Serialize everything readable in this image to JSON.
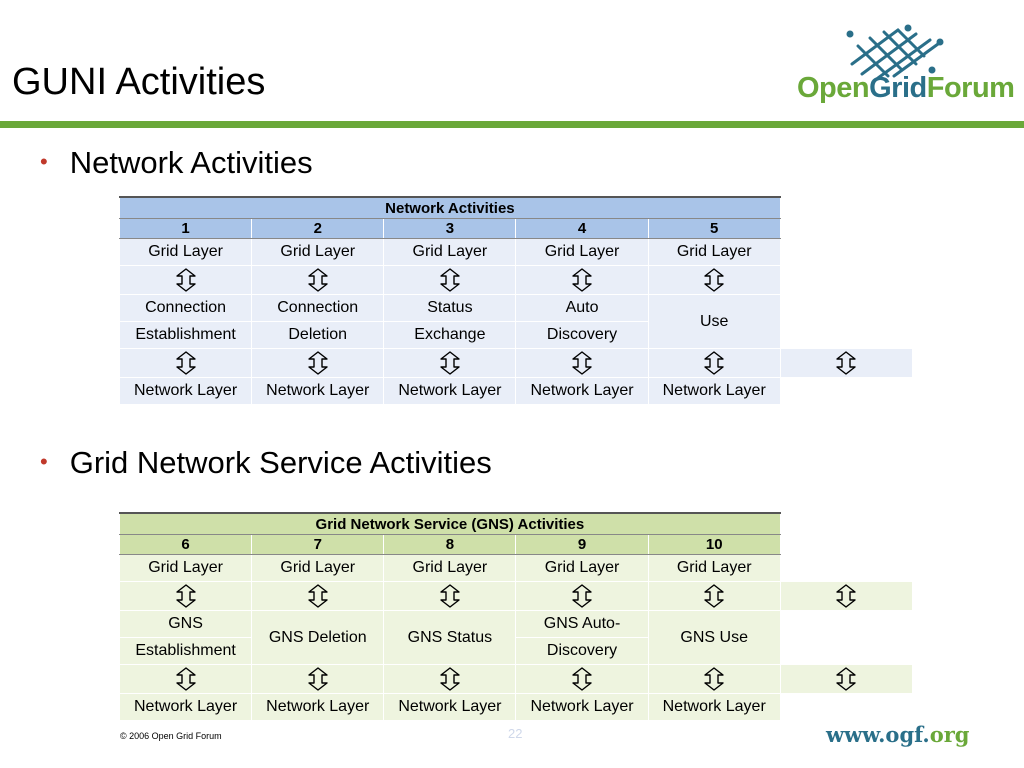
{
  "slide": {
    "title": "GUNI Activities",
    "logo": {
      "open": "Open",
      "grid": "Grid",
      "forum": "Forum"
    },
    "bullets": [
      "Network Activities",
      "Grid Network Service Activities"
    ],
    "footer": "© 2006 Open Grid Forum",
    "page_number": "22",
    "url": {
      "main": "www.ogf.",
      "tld": "org"
    }
  },
  "colors": {
    "accent_green": "#6aa839",
    "logo_blue": "#2a6f89",
    "table1_header": "#a9c4e8",
    "table2_header": "#cfe0a9",
    "bullet_dot": "#c0392b"
  },
  "table1": {
    "title": "Network Activities",
    "numbers": [
      "1",
      "2",
      "3",
      "4",
      "5"
    ],
    "top_row": [
      "Grid Layer",
      "Grid Layer",
      "Grid Layer",
      "Grid Layer",
      "Grid Layer"
    ],
    "activity_line1": [
      "Connection",
      "Connection",
      "Status",
      "Auto",
      ""
    ],
    "activity_line2": [
      "Establishment",
      "Deletion",
      "Exchange",
      "Discovery",
      ""
    ],
    "activity_single_5": "Use",
    "bottom_row": [
      "Network Layer",
      "Network Layer",
      "Network Layer",
      "Network Layer",
      "Network Layer"
    ],
    "arrow_icon": "double-vertical-arrow-icon"
  },
  "table2": {
    "title": "Grid Network Service (GNS) Activities",
    "numbers": [
      "6",
      "7",
      "8",
      "9",
      "10"
    ],
    "top_row": [
      "Grid Layer",
      "Grid Layer",
      "Grid Layer",
      "Grid Layer",
      "Grid Layer"
    ],
    "activity_line1_6": "GNS",
    "activity_line2_6": "Establishment",
    "activity_single_7": "GNS Deletion",
    "activity_single_8": "GNS Status",
    "activity_line1_9": "GNS Auto-",
    "activity_line2_9": "Discovery",
    "activity_single_10": "GNS Use",
    "bottom_row": [
      "Network Layer",
      "Network Layer",
      "Network Layer",
      "Network Layer",
      "Network Layer"
    ],
    "arrow_icon": "double-vertical-arrow-icon"
  }
}
